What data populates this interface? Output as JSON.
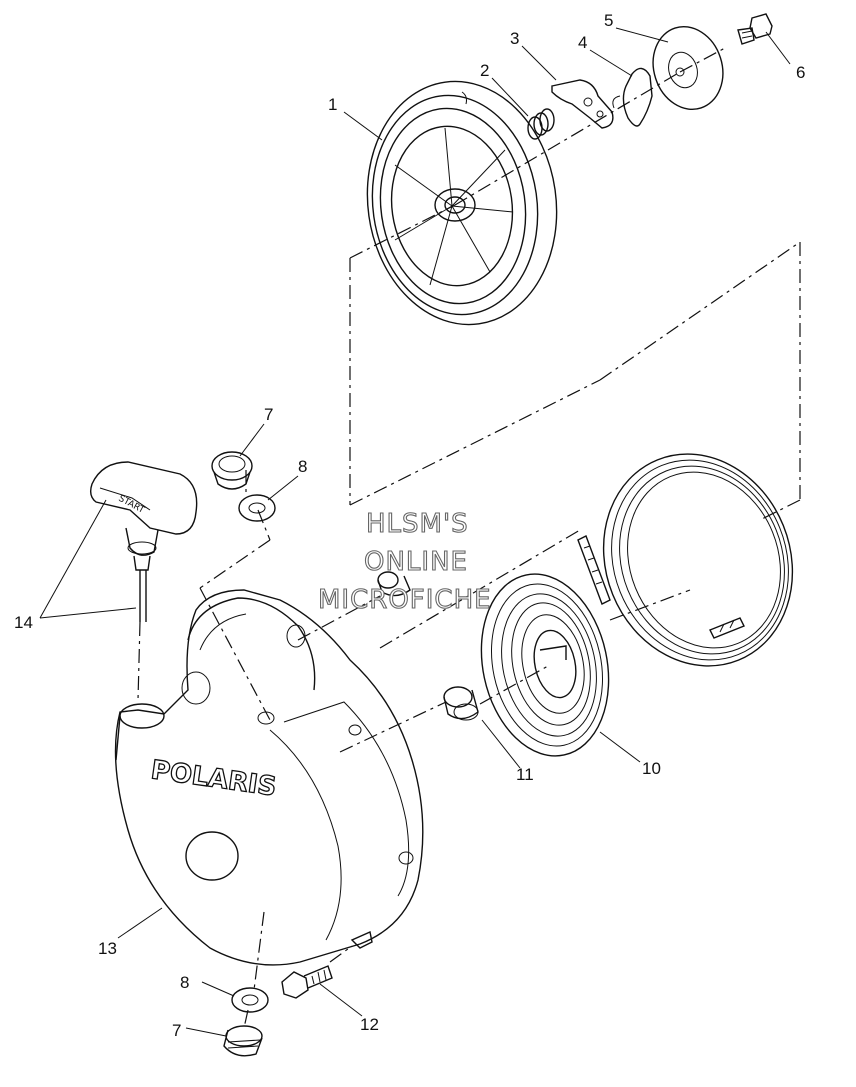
{
  "diagram": {
    "callouts": [
      "1",
      "2",
      "3",
      "4",
      "5",
      "6",
      "7",
      "8",
      "14",
      "10",
      "11",
      "13",
      "8",
      "7",
      "12"
    ],
    "watermark": [
      "HLSM'S",
      "ONLINE",
      "MICROFICHE"
    ],
    "brand_text": "POLARIS",
    "handle_text": "START"
  }
}
